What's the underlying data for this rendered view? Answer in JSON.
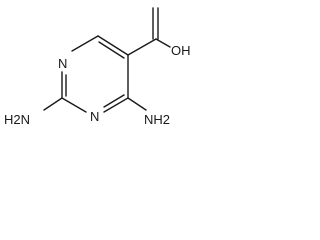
{
  "molecule": {
    "atoms": {
      "carboxyl_oh": "OH",
      "ring_n1": "N",
      "ring_n3": "N",
      "amine_c2": "H2N",
      "amine_c4": "NH2"
    }
  }
}
